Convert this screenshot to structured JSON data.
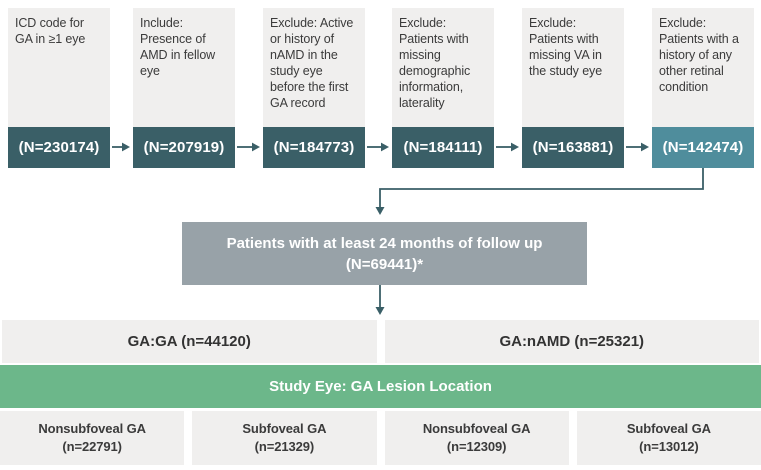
{
  "colors": {
    "dark_teal": "#3a5f67",
    "light_teal": "#4f8d9c",
    "box_bg": "#f0efee",
    "mid_gray": "#98a2a8",
    "green": "#6cb78a",
    "text_dark": "#3b3b3b",
    "arrow": "#3a5f67"
  },
  "flow": {
    "steps": [
      {
        "description": "ICD code for GA in ≥1 eye",
        "n_label": "(N=230174)",
        "band": "dark"
      },
      {
        "description": "Include: Presence of AMD in fellow eye",
        "n_label": "(N=207919)",
        "band": "dark"
      },
      {
        "description": "Exclude: Active or history of nAMD in the study eye before the first GA record",
        "n_label": "(N=184773)",
        "band": "dark"
      },
      {
        "description": "Exclude: Patients with missing demographic information, laterality",
        "n_label": "(N=184111)",
        "band": "dark"
      },
      {
        "description": "Exclude: Patients with missing VA in the study eye",
        "n_label": "(N=163881)",
        "band": "dark"
      },
      {
        "description": "Exclude: Patients with a history of any other retinal condition",
        "n_label": "(N=142474)",
        "band": "light"
      }
    ],
    "followup_box": {
      "line1": "Patients with at least 24 months of follow up",
      "line2": "(N=69441)*"
    },
    "cohorts": [
      {
        "label": "GA:GA (n=44120)"
      },
      {
        "label": "GA:nAMD (n=25321)"
      }
    ],
    "lesion_header": "Study Eye: GA Lesion Location",
    "lesion_cells": [
      {
        "line1": "Nonsubfoveal GA",
        "line2": "(n=22791)"
      },
      {
        "line1": "Subfoveal GA",
        "line2": "(n=21329)"
      },
      {
        "line1": "Nonsubfoveal GA",
        "line2": "(n=12309)"
      },
      {
        "line1": "Subfoveal GA",
        "line2": "(n=13012)"
      }
    ]
  }
}
